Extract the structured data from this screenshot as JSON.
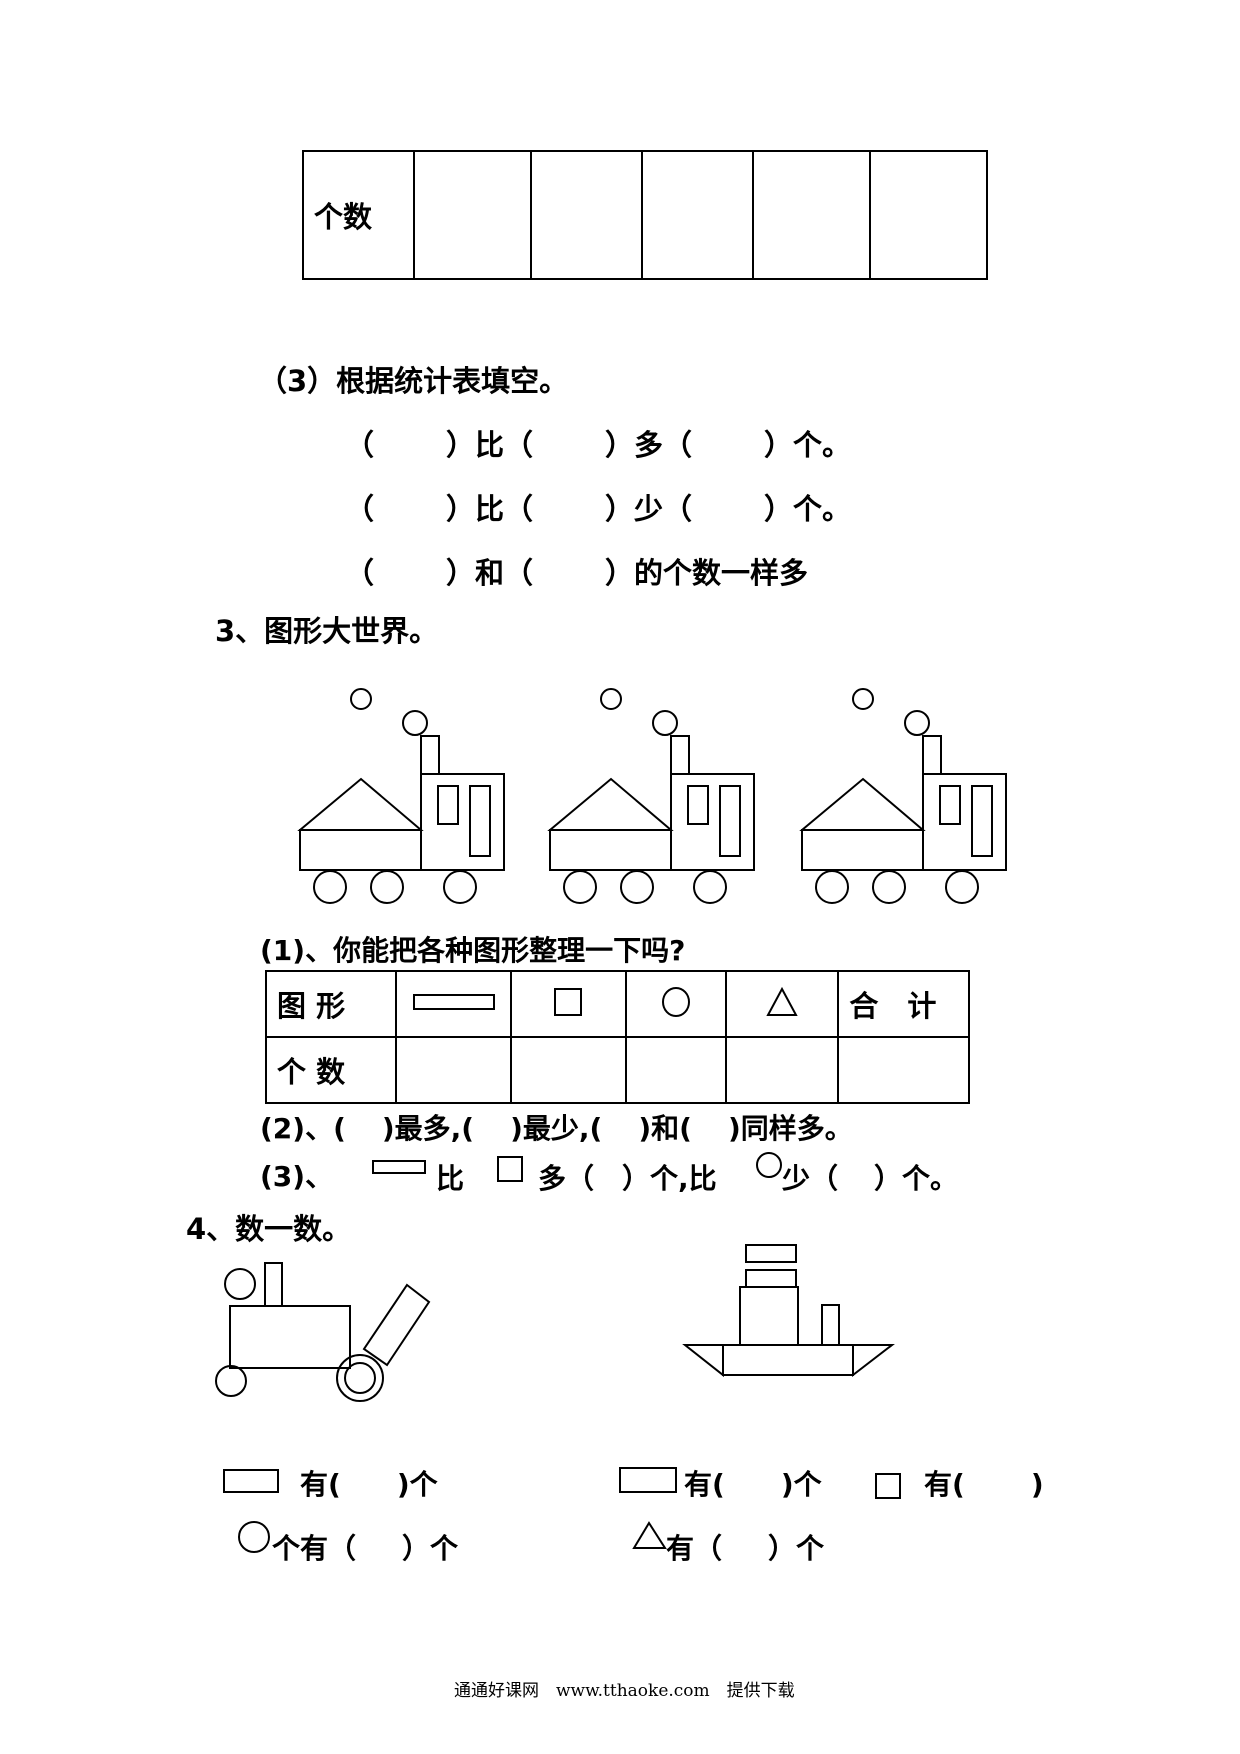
{
  "top_table": {
    "row_label": "个数"
  },
  "q3_sub": {
    "title": "（3）根据统计表填空。",
    "lines": [
      [
        "（",
        "）比（",
        "）多（",
        "）个。"
      ],
      [
        "（",
        "）比（",
        "）少（",
        "）个。"
      ],
      [
        "（",
        "）和（",
        "）的个数一样多"
      ]
    ]
  },
  "section3": {
    "title": "3、图形大世界。",
    "q1": "(1)、你能把各种图形整理一下吗?",
    "table": {
      "header_label": "图 形",
      "total_label": "合　计",
      "count_label": "个 数"
    },
    "q2": [
      "(2)、(",
      ")最多,(",
      ")最少,(",
      ")和(",
      ")同样多。"
    ],
    "q3": {
      "prefix": "(3)、",
      "bi": "比",
      "duo": "多（",
      "ge1": "）个,比",
      "shao": "少（",
      "ge2": "）个。"
    }
  },
  "section4": {
    "title": "4、数一数。",
    "left_rect": {
      "a": "有(",
      "b": ")个"
    },
    "left_circle": {
      "a": "个有（",
      "b": "）个"
    },
    "right_rect": {
      "a": "有(",
      "b": ")个"
    },
    "right_square": {
      "a": "有(",
      "b": ")"
    },
    "right_triangle": {
      "a": "有（",
      "b": "）个"
    }
  },
  "footer": "通通好课网　www.tthaoke.com　提供下载"
}
